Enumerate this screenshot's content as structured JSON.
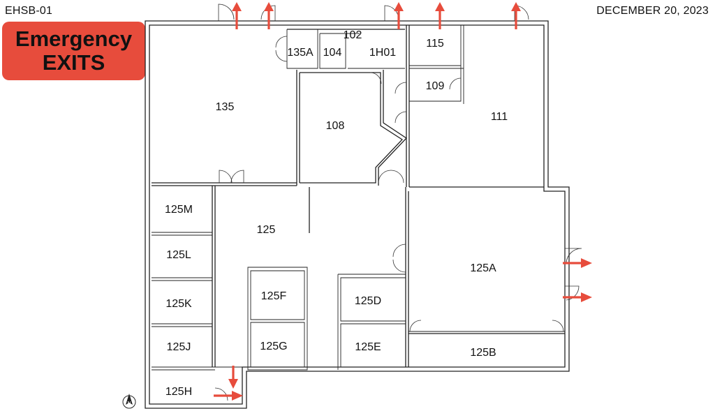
{
  "header": {
    "doc_id": "EHSB-01",
    "date": "DECEMBER 20, 2023"
  },
  "banner": {
    "line1": "Emergency",
    "line2": "EXITS",
    "color": "#e74c3c"
  },
  "rooms": {
    "r135": "135",
    "r135A": "135A",
    "r104": "104",
    "r102": "102",
    "r1H01": "1H01",
    "r115": "115",
    "r109": "109",
    "r111": "111",
    "r108": "108",
    "r125M": "125M",
    "r125": "125",
    "r125L": "125L",
    "r125K": "125K",
    "r125J": "125J",
    "r125H": "125H",
    "r125F": "125F",
    "r125G": "125G",
    "r125D": "125D",
    "r125E": "125E",
    "r125A": "125A",
    "r125B": "125B"
  },
  "compass": {
    "label": "N"
  },
  "exit_color": "#e74c3c"
}
